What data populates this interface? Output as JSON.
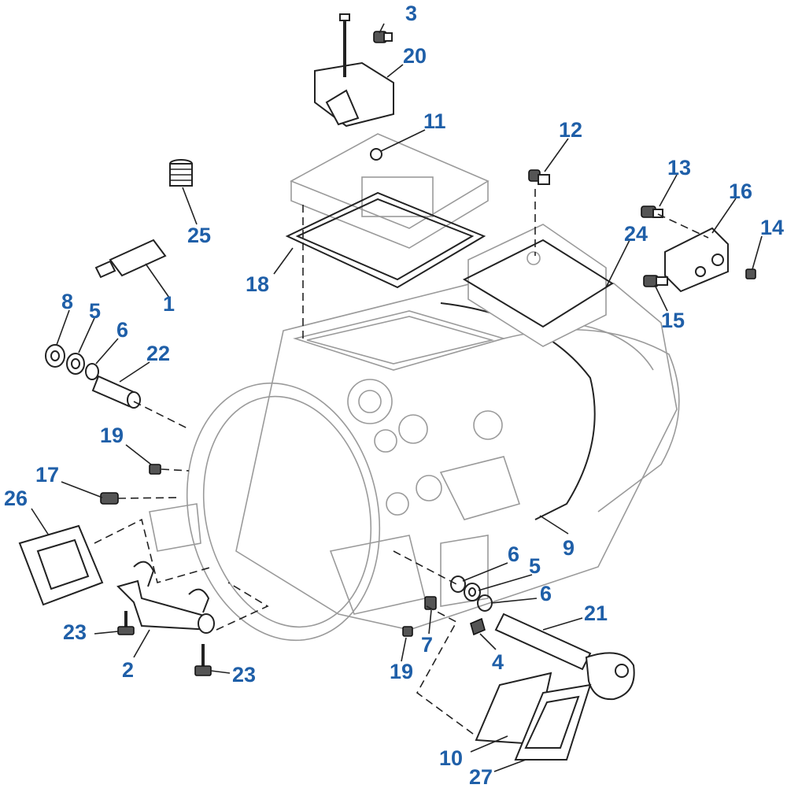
{
  "colors": {
    "callout": "#1f5fa8",
    "ghost": "#9a9a9a",
    "ink": "#222222"
  },
  "callouts": {
    "c1": "1",
    "c2": "2",
    "c3": "3",
    "c4": "4",
    "c5a": "5",
    "c5b": "5",
    "c6a": "6",
    "c6b": "6",
    "c6c": "6",
    "c7": "7",
    "c8": "8",
    "c9": "9",
    "c10": "10",
    "c11": "11",
    "c12": "12",
    "c13": "13",
    "c14": "14",
    "c15": "15",
    "c16": "16",
    "c17": "17",
    "c18": "18",
    "c19a": "19",
    "c19b": "19",
    "c20": "20",
    "c21": "21",
    "c22": "22",
    "c23a": "23",
    "c23b": "23",
    "c24": "24",
    "c25": "25",
    "c26": "26",
    "c27": "27"
  }
}
